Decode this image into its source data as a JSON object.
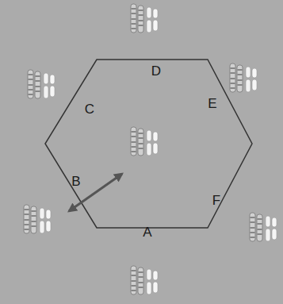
{
  "diagram": {
    "labels": [
      "D",
      "C",
      "E",
      "B",
      "F",
      "A"
    ]
  }
}
